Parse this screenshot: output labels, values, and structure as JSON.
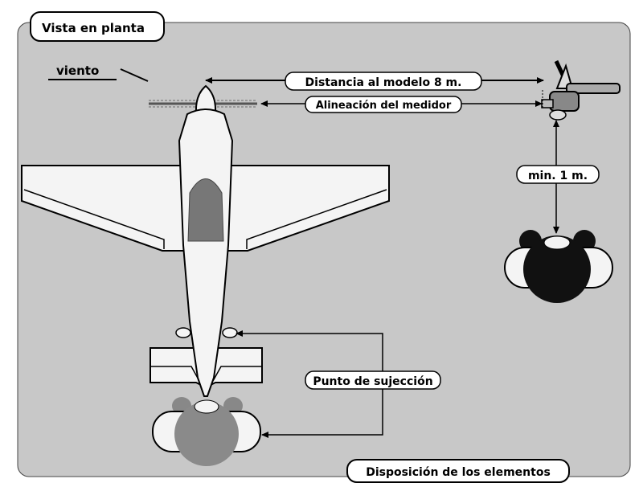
{
  "title": "Vista en planta",
  "wind_label": "viento",
  "distance_label": "Distancia al modelo  8 m.",
  "alignment_label": "Alineación del medidor",
  "min_distance_label": "min. 1 m.",
  "attach_point_label": "Punto de sujección",
  "caption": "Disposición de los elementos",
  "colors": {
    "panel_bg": "#c8c8c8",
    "outline": "#000000",
    "plane_fill": "#f4f4f4",
    "canopy": "#777777",
    "person_dark": "#111111",
    "person_grey": "#8a8a8a"
  },
  "icons": {
    "airplane": "airplane-icon",
    "sound_meter": "sound-meter-icon",
    "observer": "person-top-view-icon",
    "holder": "person-top-view-icon"
  }
}
